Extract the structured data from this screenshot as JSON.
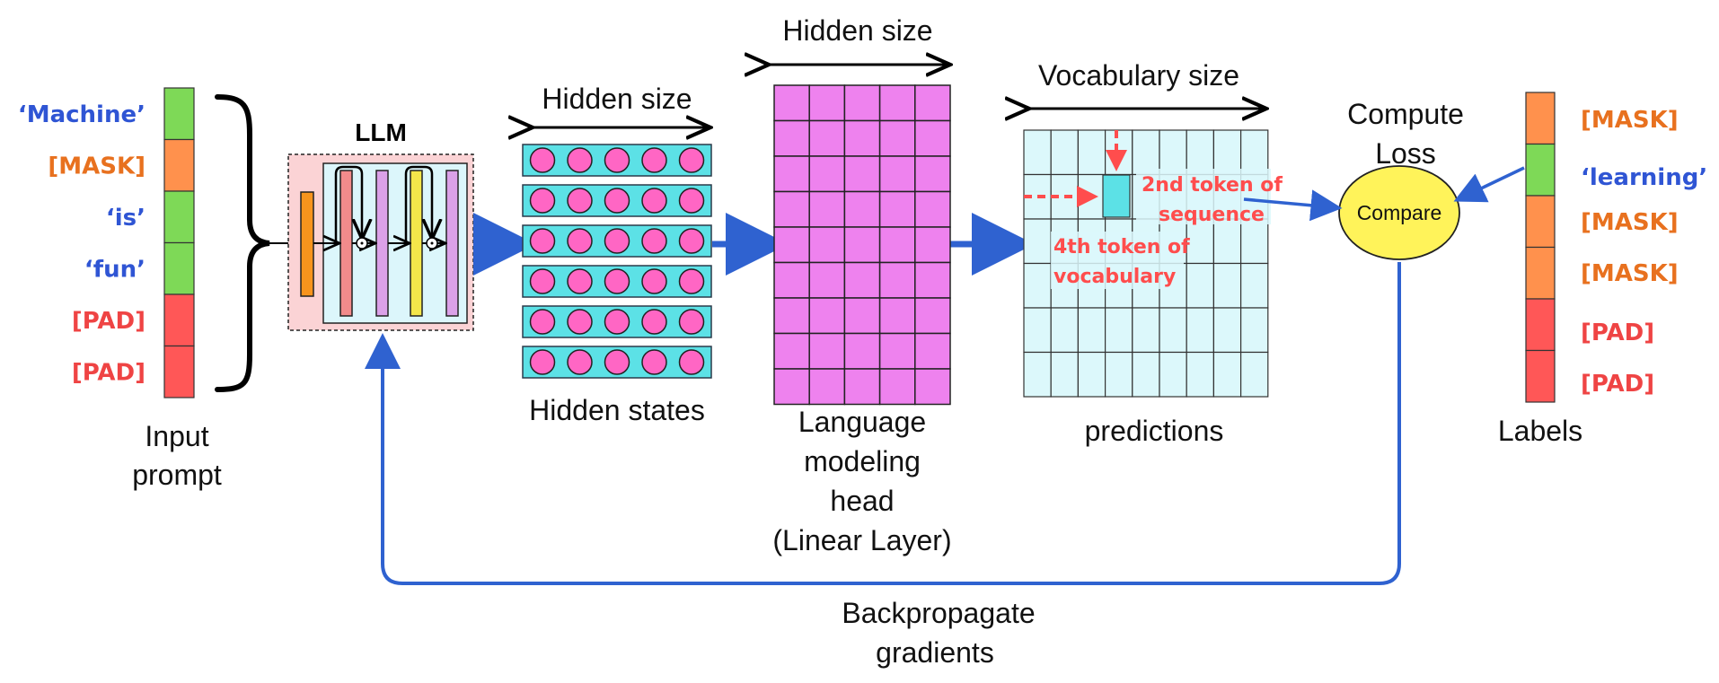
{
  "colors": {
    "blue_text": "#2f55d4",
    "orange_text": "#e8711f",
    "red_text": "#ef4444",
    "green_cell": "#7ed957",
    "orange_cell": "#ff914d",
    "red_cell": "#ff5757",
    "arrow_blue": "#2f62d0",
    "hidden_row": "#5ce1e6",
    "hidden_dot": "#ff66c4",
    "lm_cell": "#ee82ee",
    "pred_cell": "#dcf8fb",
    "compare_fill": "#fff35a",
    "annotation_red": "#ff4d4d"
  },
  "input": {
    "caption_line1": "Input",
    "caption_line2": "prompt",
    "tokens": [
      {
        "text": "‘Machine’",
        "kind": "word"
      },
      {
        "text": "[MASK]",
        "kind": "mask"
      },
      {
        "text": "‘is’",
        "kind": "word"
      },
      {
        "text": "‘fun’",
        "kind": "word"
      },
      {
        "text": "[PAD]",
        "kind": "pad"
      },
      {
        "text": "[PAD]",
        "kind": "pad"
      }
    ]
  },
  "llm": {
    "label": "LLM"
  },
  "hidden_states": {
    "size_label": "Hidden size",
    "caption": "Hidden states"
  },
  "lm_head": {
    "size_label": "Hidden size",
    "caption_lines": [
      "Language",
      "modeling",
      "head",
      "(Linear Layer)"
    ]
  },
  "predictions": {
    "size_label": "Vocabulary size",
    "caption": "predictions",
    "annotation_sequence": [
      "2nd token of",
      "sequence"
    ],
    "annotation_vocab": [
      "4th token of",
      "vocabulary"
    ]
  },
  "loss": {
    "title_line1": "Compute",
    "title_line2": "Loss",
    "compare_label": "Compare"
  },
  "labels": {
    "caption": "Labels",
    "tokens": [
      {
        "text": "[MASK]",
        "kind": "mask"
      },
      {
        "text": "‘learning’",
        "kind": "word"
      },
      {
        "text": "[MASK]",
        "kind": "mask"
      },
      {
        "text": "[MASK]",
        "kind": "mask"
      },
      {
        "text": "[PAD]",
        "kind": "pad"
      },
      {
        "text": "[PAD]",
        "kind": "pad"
      }
    ]
  },
  "backprop": {
    "line1": "Backpropagate",
    "line2": "gradients"
  }
}
